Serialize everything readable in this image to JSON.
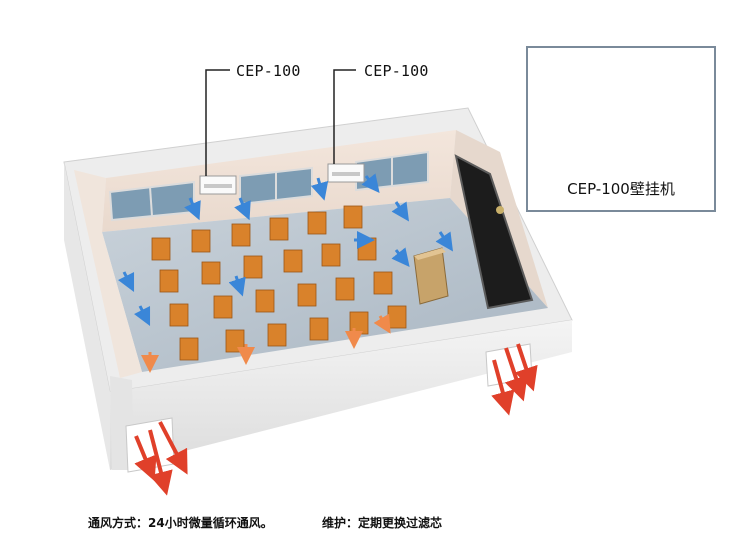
{
  "labels": {
    "unit_left": "CEP-100",
    "unit_right": "CEP-100"
  },
  "inset": {
    "caption": "CEP-100壁挂机"
  },
  "footer": {
    "ventilation": "通风方式：24小时微量循环通风。",
    "maintenance": "维护：定期更换过滤芯"
  },
  "colors": {
    "fresh_air_arrow": "#3a86d8",
    "exhaust_arrow": "#e0402a",
    "desk_wood": "#d9822b",
    "wall": "#eeeeee",
    "floor": "#b9c4cf"
  }
}
